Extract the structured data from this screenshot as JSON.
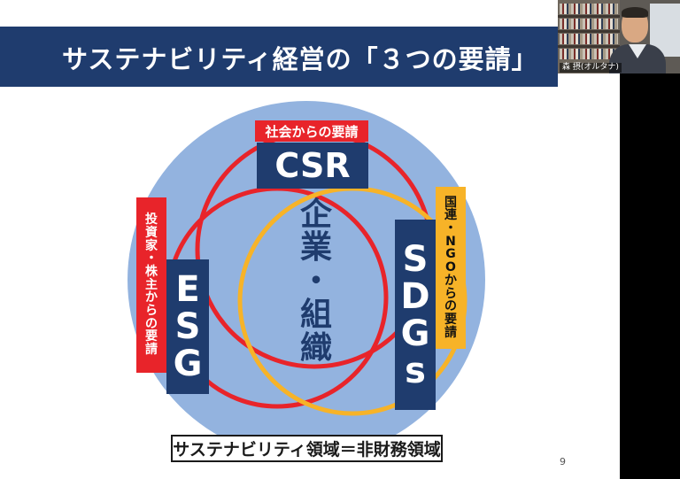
{
  "slide": {
    "title": "サステナビリティ経営の「３つの要請」",
    "page_number": "9",
    "center_label": [
      "企",
      "業",
      "・",
      "組",
      "織"
    ],
    "bottom_label": "サステナビリティ領域＝非財務領域",
    "circles": {
      "csr": {
        "tag": "社会からの要請",
        "main": "CSR",
        "color": "#e8242a"
      },
      "esg": {
        "tag": [
          "投",
          "資",
          "家",
          "・",
          "株",
          "主",
          "か",
          "ら",
          "の",
          "要",
          "請"
        ],
        "main": [
          "E",
          "S",
          "G"
        ],
        "color": "#e8242a"
      },
      "sdgs": {
        "tag": [
          "国",
          "連",
          "・",
          "N",
          "G",
          "O",
          "か",
          "ら",
          "の",
          "要",
          "請"
        ],
        "main": [
          "S",
          "D",
          "G",
          "s"
        ],
        "color": "#f7b328"
      }
    },
    "colors": {
      "navy": "#1f3c6e",
      "background_circle": "#93b3df",
      "red": "#e8242a",
      "yellow": "#f7b328"
    }
  },
  "video": {
    "participant_name": "森 摂(オルタナ)"
  }
}
